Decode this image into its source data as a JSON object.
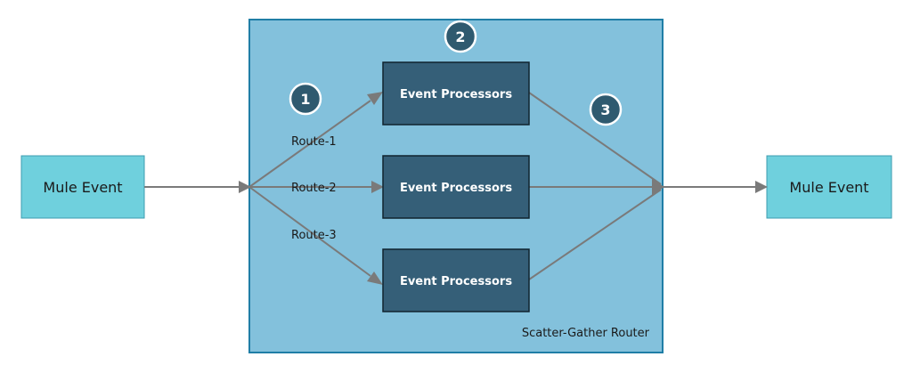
{
  "source_event": {
    "label": "Mule Event"
  },
  "target_event": {
    "label": "Mule Event"
  },
  "router": {
    "label": "Scatter-Gather Router"
  },
  "processors": [
    {
      "label": "Event Processors"
    },
    {
      "label": "Event Processors"
    },
    {
      "label": "Event Processors"
    }
  ],
  "routes": [
    {
      "label": "Route-1"
    },
    {
      "label": "Route-2"
    },
    {
      "label": "Route-3"
    }
  ],
  "steps": [
    {
      "label": "1"
    },
    {
      "label": "2"
    },
    {
      "label": "3"
    }
  ],
  "colors": {
    "router_fill": "#83c1dc",
    "event_fill": "#6fd0dd",
    "processor_fill": "#355f78",
    "badge_fill": "#2f5a6f",
    "connector": "#7a7a7a"
  }
}
